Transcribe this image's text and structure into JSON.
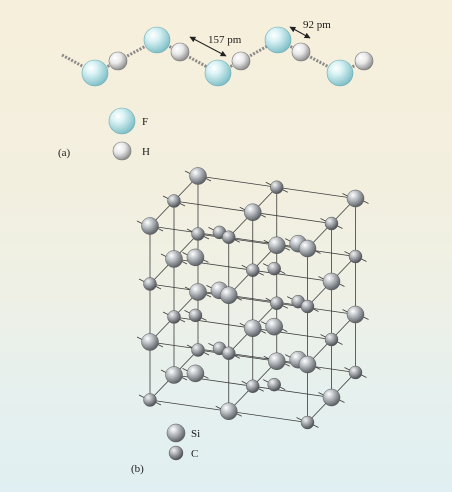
{
  "panel_a": {
    "panel_label": "(a)",
    "dist_hf_label": "157 pm",
    "dist_fh_label": "92 pm",
    "legend": [
      {
        "label": "F",
        "icon": "fluorine-atom-icon",
        "color": "#bfe6ea"
      },
      {
        "label": "H",
        "icon": "hydrogen-atom-icon",
        "color": "#e8e8e8"
      }
    ]
  },
  "panel_b": {
    "panel_label": "(b)",
    "legend": [
      {
        "label": "Si",
        "icon": "silicon-atom-icon",
        "color": "#b4b8bd"
      },
      {
        "label": "C",
        "icon": "carbon-atom-icon",
        "color": "#a4a8ad"
      }
    ]
  }
}
